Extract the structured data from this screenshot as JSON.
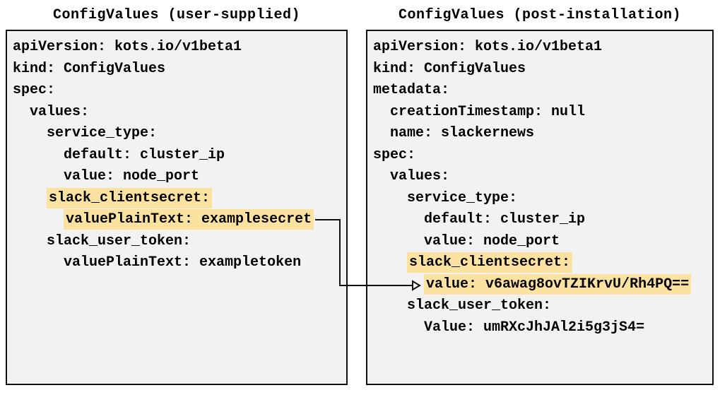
{
  "figure": {
    "left_panel": {
      "title": "ConfigValues (user-supplied)",
      "lines": [
        {
          "indent": 0,
          "text": "apiVersion: kots.io/v1beta1",
          "highlight": false
        },
        {
          "indent": 0,
          "text": "kind: ConfigValues",
          "highlight": false
        },
        {
          "indent": 0,
          "text": "spec:",
          "highlight": false
        },
        {
          "indent": 2,
          "text": "values:",
          "highlight": false
        },
        {
          "indent": 4,
          "text": "service_type:",
          "highlight": false
        },
        {
          "indent": 6,
          "text": "default: cluster_ip",
          "highlight": false
        },
        {
          "indent": 6,
          "text": "value: node_port",
          "highlight": false
        },
        {
          "indent": 4,
          "text": "slack_clientsecret:",
          "highlight": true
        },
        {
          "indent": 6,
          "text": "valuePlainText: examplesecret",
          "highlight": true
        },
        {
          "indent": 4,
          "text": "slack_user_token:",
          "highlight": false
        },
        {
          "indent": 6,
          "text": "valuePlainText: exampletoken",
          "highlight": false
        }
      ]
    },
    "right_panel": {
      "title": "ConfigValues (post-installation)",
      "lines": [
        {
          "indent": 0,
          "text": "apiVersion: kots.io/v1beta1",
          "highlight": false
        },
        {
          "indent": 0,
          "text": "kind: ConfigValues",
          "highlight": false
        },
        {
          "indent": 0,
          "text": "metadata:",
          "highlight": false
        },
        {
          "indent": 2,
          "text": "creationTimestamp: null",
          "highlight": false
        },
        {
          "indent": 2,
          "text": "name: slackernews",
          "highlight": false
        },
        {
          "indent": 0,
          "text": "spec:",
          "highlight": false
        },
        {
          "indent": 2,
          "text": "values:",
          "highlight": false
        },
        {
          "indent": 4,
          "text": "service_type:",
          "highlight": false
        },
        {
          "indent": 6,
          "text": "default: cluster_ip",
          "highlight": false
        },
        {
          "indent": 6,
          "text": "value: node_port",
          "highlight": false
        },
        {
          "indent": 4,
          "text": "slack_clientsecret:",
          "highlight": true
        },
        {
          "indent": 6,
          "text": "value: v6awag8ovTZIKrvU/Rh4PQ==",
          "highlight": true
        },
        {
          "indent": 4,
          "text": "slack_user_token:",
          "highlight": false
        },
        {
          "indent": 6,
          "text": "Value: umRXcJhJAl2i5g3jS4=",
          "highlight": false
        }
      ]
    },
    "arrow": {
      "from": "valuePlainText: examplesecret",
      "to": "value: v6awag8ovTZIKrvU/Rh4PQ=="
    },
    "colors": {
      "highlight": "#FBE2A0",
      "panel_background": "#F2F2F2",
      "border": "#111111",
      "text": "#000000"
    }
  }
}
